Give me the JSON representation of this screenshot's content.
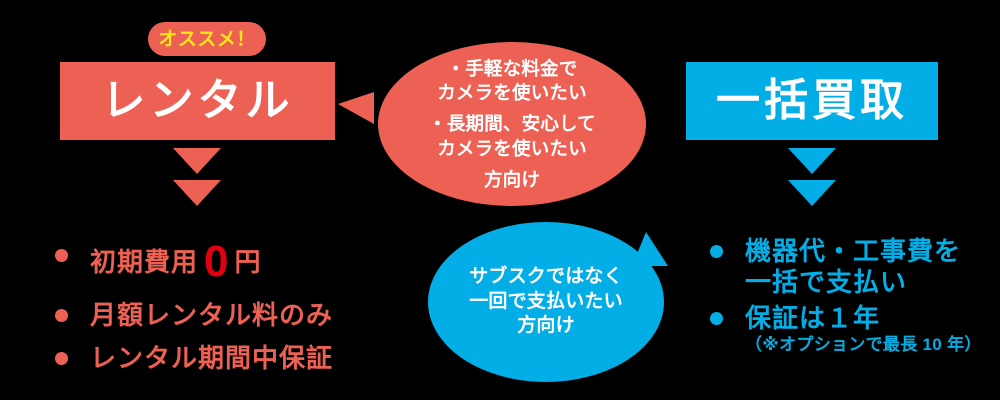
{
  "colors": {
    "background": "#000000",
    "coral": "#EC6153",
    "cyan": "#03ADE5",
    "badge_text": "#FFE619",
    "highlight_red": "#E00010",
    "white": "#FFFFFF"
  },
  "left_column": {
    "badge_label": "オススメ！",
    "title": "レンタル",
    "arrows": [
      "arrow-down-1",
      "arrow-down-2"
    ],
    "bullets": [
      {
        "prefix": "初期費用",
        "number": "0",
        "suffix": "円"
      },
      {
        "text": "月額レンタル料のみ"
      },
      {
        "text": "レンタル期間中保証"
      }
    ]
  },
  "right_column": {
    "title": "一括買取",
    "arrows": [
      "arrow-down-1",
      "arrow-down-2"
    ],
    "bullets": [
      {
        "line1": "機器代・工事費を",
        "line2": "一括で支払い"
      },
      {
        "line1": "保証は１年",
        "note": "（※オプションで最長 10 年）"
      }
    ]
  },
  "bubbles": {
    "red": {
      "lines": [
        "・手軽な料金で",
        "カメラを使いたい",
        "・長期間、安心して",
        "カメラを使いたい",
        "方向け"
      ]
    },
    "blue": {
      "lines": [
        "サブスクではなく",
        "一回で支払いたい",
        "方向け"
      ]
    }
  }
}
